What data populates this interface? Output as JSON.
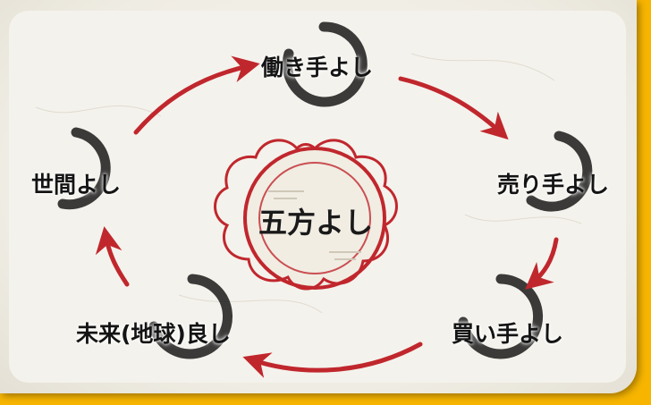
{
  "diagram": {
    "center": "五方よし",
    "nodes": [
      {
        "id": "hatarakite",
        "label": "働き手よし"
      },
      {
        "id": "urite",
        "label": "売り手よし"
      },
      {
        "id": "kaite",
        "label": "買い手よし"
      },
      {
        "id": "mirai",
        "label": "未来(地球)良し"
      },
      {
        "id": "seken",
        "label": "世間よし"
      }
    ],
    "colors": {
      "frame": "#f7b500",
      "arrow": "#c0272d",
      "ink": "#1a1a1a",
      "emblem": "#c0272d"
    }
  }
}
